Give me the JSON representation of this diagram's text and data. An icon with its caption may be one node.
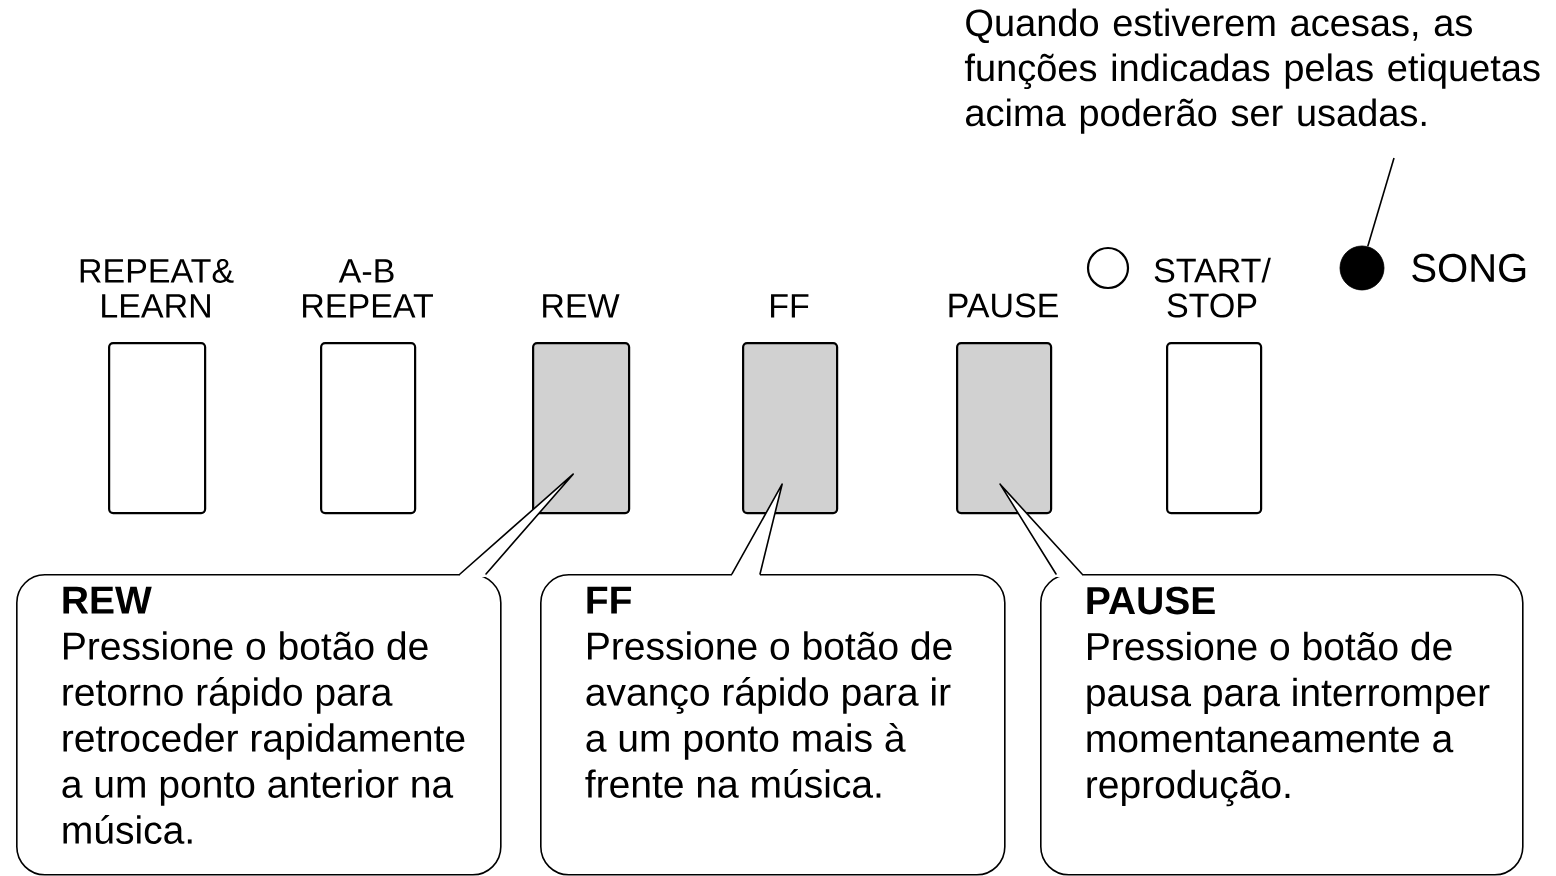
{
  "diagram": {
    "nodes": [
      {
        "text": [
          "REPEAT& LEARN"
        ]
      },
      {
        "text": [
          "A-B REPEAT"
        ]
      },
      {
        "text": [
          "REW"
        ]
      },
      {
        "text": [
          "FF"
        ]
      },
      {
        "text": [
          "PAUSE"
        ]
      },
      {
        "text": [
          "START/ STOP"
        ]
      },
      {
        "text": [],
        "shape": "circle",
        "beside": [
          "SONG"
        ]
      },
      {
        "text": [
          "Quando estiverem acesas, as funções indicadas pelas etiquetas acima poderão ser usadas."
        ]
      },
      {
        "text": [
          "REW",
          "Pressione o botão de retorno rápido para retroceder rapidamente a um ponto anterior na música."
        ]
      },
      {
        "text": [
          "FF",
          "Pressione o botão de avanço rápido para ir a um ponto mais à frente na música."
        ]
      },
      {
        "text": [
          "PAUSE",
          "Pressione o botão de pausa para interromper momentaneamente a reprodução."
        ]
      }
    ],
    "edges": [
      {
        "from": 7,
        "to": 6,
        "arrow": "none"
      },
      {
        "from": 8,
        "to": 2,
        "arrow": "none"
      },
      {
        "from": 9,
        "to": 3,
        "arrow": "none"
      },
      {
        "from": 10,
        "to": 4,
        "arrow": "none"
      }
    ]
  }
}
